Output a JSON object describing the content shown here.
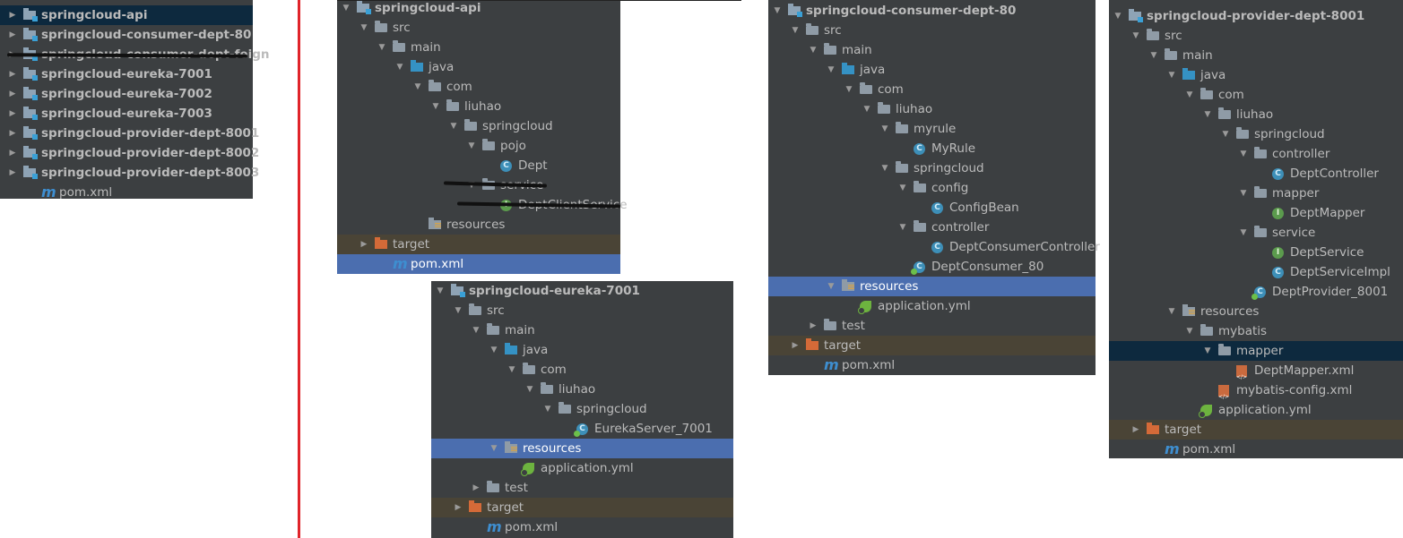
{
  "panels": [
    {
      "id": "projects",
      "rows": [
        {
          "text": "springcloud-api",
          "depth": 0,
          "arrow": "collapsed",
          "icon": "module",
          "bold": true,
          "hl": true
        },
        {
          "text": "springcloud-consumer-dept-80",
          "depth": 0,
          "arrow": "collapsed",
          "icon": "module",
          "bold": true
        },
        {
          "text": "springcloud-consumer-dept-feign",
          "depth": 0,
          "arrow": "collapsed",
          "icon": "module",
          "bold": true
        },
        {
          "text": "springcloud-eureka-7001",
          "depth": 0,
          "arrow": "collapsed",
          "icon": "module",
          "bold": true
        },
        {
          "text": "springcloud-eureka-7002",
          "depth": 0,
          "arrow": "collapsed",
          "icon": "module",
          "bold": true
        },
        {
          "text": "springcloud-eureka-7003",
          "depth": 0,
          "arrow": "collapsed",
          "icon": "module",
          "bold": true
        },
        {
          "text": "springcloud-provider-dept-8001",
          "depth": 0,
          "arrow": "collapsed",
          "icon": "module",
          "bold": true
        },
        {
          "text": "springcloud-provider-dept-8002",
          "depth": 0,
          "arrow": "collapsed",
          "icon": "module",
          "bold": true
        },
        {
          "text": "springcloud-provider-dept-8003",
          "depth": 0,
          "arrow": "collapsed",
          "icon": "module",
          "bold": true
        },
        {
          "text": "pom.xml",
          "depth": 1,
          "arrow": "none",
          "icon": "maven"
        }
      ]
    },
    {
      "id": "api",
      "rows": [
        {
          "text": "springcloud-api",
          "depth": 0,
          "arrow": "expanded",
          "icon": "module",
          "bold": true
        },
        {
          "text": "src",
          "depth": 1,
          "arrow": "expanded",
          "icon": "folder"
        },
        {
          "text": "main",
          "depth": 2,
          "arrow": "expanded",
          "icon": "folder"
        },
        {
          "text": "java",
          "depth": 3,
          "arrow": "expanded",
          "icon": "srcfolder"
        },
        {
          "text": "com",
          "depth": 4,
          "arrow": "expanded",
          "icon": "folder"
        },
        {
          "text": "liuhao",
          "depth": 5,
          "arrow": "expanded",
          "icon": "folder"
        },
        {
          "text": "springcloud",
          "depth": 6,
          "arrow": "expanded",
          "icon": "folder"
        },
        {
          "text": "pojo",
          "depth": 7,
          "arrow": "expanded",
          "icon": "folder"
        },
        {
          "text": "Dept",
          "depth": 8,
          "arrow": "none",
          "icon": "cls"
        },
        {
          "text": "service",
          "depth": 7,
          "arrow": "expanded",
          "icon": "folder"
        },
        {
          "text": "DeptClientService",
          "depth": 8,
          "arrow": "none",
          "icon": "iface"
        },
        {
          "text": "resources",
          "depth": 4,
          "arrow": "none",
          "icon": "resfolder"
        },
        {
          "text": "target",
          "depth": 1,
          "arrow": "collapsed",
          "icon": "target",
          "excl": true
        },
        {
          "text": "pom.xml",
          "depth": 2,
          "arrow": "none",
          "icon": "maven",
          "sel": true
        }
      ]
    },
    {
      "id": "eureka",
      "rows": [
        {
          "text": "springcloud-eureka-7001",
          "depth": 0,
          "arrow": "expanded",
          "icon": "module",
          "bold": true
        },
        {
          "text": "src",
          "depth": 1,
          "arrow": "expanded",
          "icon": "folder"
        },
        {
          "text": "main",
          "depth": 2,
          "arrow": "expanded",
          "icon": "folder"
        },
        {
          "text": "java",
          "depth": 3,
          "arrow": "expanded",
          "icon": "srcfolder"
        },
        {
          "text": "com",
          "depth": 4,
          "arrow": "expanded",
          "icon": "folder"
        },
        {
          "text": "liuhao",
          "depth": 5,
          "arrow": "expanded",
          "icon": "folder"
        },
        {
          "text": "springcloud",
          "depth": 6,
          "arrow": "expanded",
          "icon": "folder"
        },
        {
          "text": "EurekaServer_7001",
          "depth": 7,
          "arrow": "none",
          "icon": "boot"
        },
        {
          "text": "resources",
          "depth": 3,
          "arrow": "expanded",
          "icon": "resfolder",
          "sel": true
        },
        {
          "text": "application.yml",
          "depth": 4,
          "arrow": "none",
          "icon": "yml"
        },
        {
          "text": "test",
          "depth": 2,
          "arrow": "collapsed",
          "icon": "folder"
        },
        {
          "text": "target",
          "depth": 1,
          "arrow": "collapsed",
          "icon": "target",
          "excl": true
        },
        {
          "text": "pom.xml",
          "depth": 2,
          "arrow": "none",
          "icon": "maven"
        }
      ]
    },
    {
      "id": "consumer",
      "rows": [
        {
          "text": "springcloud-consumer-dept-80",
          "depth": 0,
          "arrow": "expanded",
          "icon": "module",
          "bold": true
        },
        {
          "text": "src",
          "depth": 1,
          "arrow": "expanded",
          "icon": "folder"
        },
        {
          "text": "main",
          "depth": 2,
          "arrow": "expanded",
          "icon": "folder"
        },
        {
          "text": "java",
          "depth": 3,
          "arrow": "expanded",
          "icon": "srcfolder"
        },
        {
          "text": "com",
          "depth": 4,
          "arrow": "expanded",
          "icon": "folder"
        },
        {
          "text": "liuhao",
          "depth": 5,
          "arrow": "expanded",
          "icon": "folder"
        },
        {
          "text": "myrule",
          "depth": 6,
          "arrow": "expanded",
          "icon": "folder"
        },
        {
          "text": "MyRule",
          "depth": 7,
          "arrow": "none",
          "icon": "cls"
        },
        {
          "text": "springcloud",
          "depth": 6,
          "arrow": "expanded",
          "icon": "folder"
        },
        {
          "text": "config",
          "depth": 7,
          "arrow": "expanded",
          "icon": "folder"
        },
        {
          "text": "ConfigBean",
          "depth": 8,
          "arrow": "none",
          "icon": "cls"
        },
        {
          "text": "controller",
          "depth": 7,
          "arrow": "expanded",
          "icon": "folder"
        },
        {
          "text": "DeptConsumerController",
          "depth": 8,
          "arrow": "none",
          "icon": "cls"
        },
        {
          "text": "DeptConsumer_80",
          "depth": 7,
          "arrow": "none",
          "icon": "boot"
        },
        {
          "text": "resources",
          "depth": 3,
          "arrow": "expanded",
          "icon": "resfolder",
          "sel": true
        },
        {
          "text": "application.yml",
          "depth": 4,
          "arrow": "none",
          "icon": "yml"
        },
        {
          "text": "test",
          "depth": 2,
          "arrow": "collapsed",
          "icon": "folder"
        },
        {
          "text": "target",
          "depth": 1,
          "arrow": "collapsed",
          "icon": "target",
          "excl": true
        },
        {
          "text": "pom.xml",
          "depth": 2,
          "arrow": "none",
          "icon": "maven"
        }
      ]
    },
    {
      "id": "provider",
      "rows": [
        {
          "text": "springcloud-provider-dept-8001",
          "depth": 0,
          "arrow": "expanded",
          "icon": "module",
          "bold": true
        },
        {
          "text": "src",
          "depth": 1,
          "arrow": "expanded",
          "icon": "folder"
        },
        {
          "text": "main",
          "depth": 2,
          "arrow": "expanded",
          "icon": "folder"
        },
        {
          "text": "java",
          "depth": 3,
          "arrow": "expanded",
          "icon": "srcfolder"
        },
        {
          "text": "com",
          "depth": 4,
          "arrow": "expanded",
          "icon": "folder"
        },
        {
          "text": "liuhao",
          "depth": 5,
          "arrow": "expanded",
          "icon": "folder"
        },
        {
          "text": "springcloud",
          "depth": 6,
          "arrow": "expanded",
          "icon": "folder"
        },
        {
          "text": "controller",
          "depth": 7,
          "arrow": "expanded",
          "icon": "folder"
        },
        {
          "text": "DeptController",
          "depth": 8,
          "arrow": "none",
          "icon": "cls"
        },
        {
          "text": "mapper",
          "depth": 7,
          "arrow": "expanded",
          "icon": "folder"
        },
        {
          "text": "DeptMapper",
          "depth": 8,
          "arrow": "none",
          "icon": "iface"
        },
        {
          "text": "service",
          "depth": 7,
          "arrow": "expanded",
          "icon": "folder"
        },
        {
          "text": "DeptService",
          "depth": 8,
          "arrow": "none",
          "icon": "iface"
        },
        {
          "text": "DeptServiceImpl",
          "depth": 8,
          "arrow": "none",
          "icon": "cls"
        },
        {
          "text": "DeptProvider_8001",
          "depth": 7,
          "arrow": "none",
          "icon": "boot"
        },
        {
          "text": "resources",
          "depth": 3,
          "arrow": "expanded",
          "icon": "resfolder"
        },
        {
          "text": "mybatis",
          "depth": 4,
          "arrow": "expanded",
          "icon": "folder"
        },
        {
          "text": "mapper",
          "depth": 5,
          "arrow": "expanded",
          "icon": "folder",
          "hl": true
        },
        {
          "text": "DeptMapper.xml",
          "depth": 6,
          "arrow": "none",
          "icon": "xml"
        },
        {
          "text": "mybatis-config.xml",
          "depth": 5,
          "arrow": "none",
          "icon": "xml"
        },
        {
          "text": "application.yml",
          "depth": 4,
          "arrow": "none",
          "icon": "yml"
        },
        {
          "text": "target",
          "depth": 1,
          "arrow": "collapsed",
          "icon": "target",
          "excl": true
        },
        {
          "text": "pom.xml",
          "depth": 2,
          "arrow": "none",
          "icon": "maven"
        }
      ]
    }
  ],
  "icons": {
    "module": "module-folder-icon",
    "folder": "folder-icon",
    "srcfolder": "source-root-folder-icon",
    "resfolder": "resources-folder-icon",
    "target": "excluded-folder-icon",
    "cls": "java-class-icon",
    "iface": "java-interface-icon",
    "boot": "spring-boot-class-icon",
    "yml": "spring-yml-icon",
    "xml": "xml-file-icon",
    "maven": "maven-icon"
  },
  "colors": {
    "panel_bg": "#3c3f41",
    "selection": "#4b6eaf",
    "highlight": "#0d293e",
    "text": "#bbbbbb",
    "annotation_red": "#e0242a",
    "strike": "#111111"
  }
}
